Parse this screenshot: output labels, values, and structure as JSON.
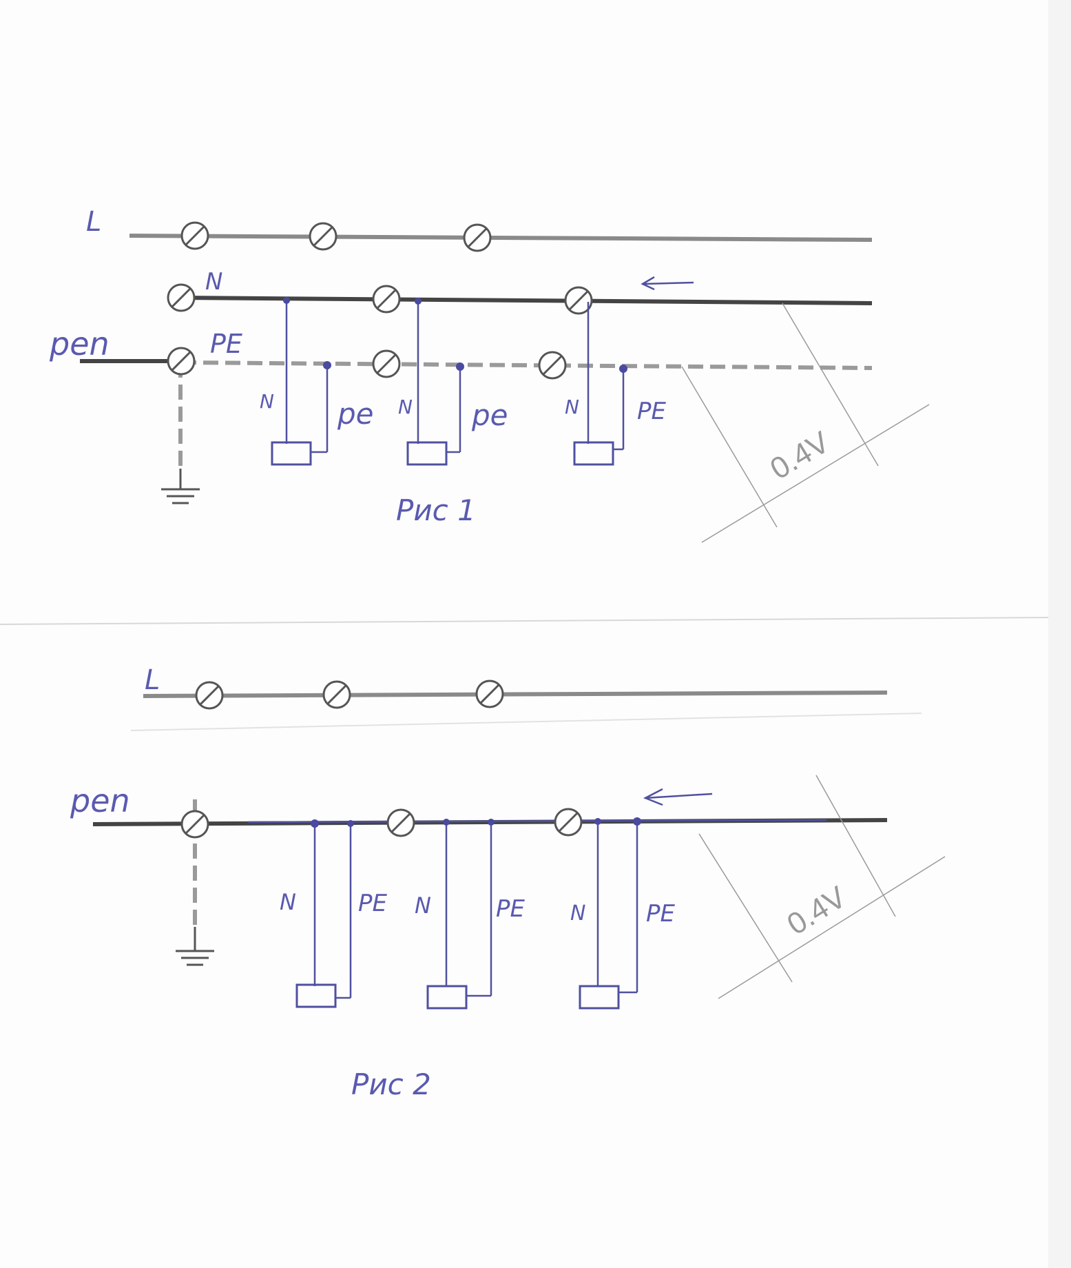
{
  "figure1": {
    "caption": "Рис 1",
    "labels": {
      "L": "L",
      "N": "N",
      "PEN": "pen",
      "PE": "PE"
    },
    "loads": [
      {
        "n_label": "N",
        "pe_label": "pe"
      },
      {
        "n_label": "N",
        "pe_label": "pe"
      },
      {
        "n_label": "N",
        "pe_label": "PE"
      }
    ],
    "voltage": "0.4V"
  },
  "figure2": {
    "caption": "Рис 2",
    "labels": {
      "L": "L",
      "PEN": "pen"
    },
    "loads": [
      {
        "n_label": "N",
        "pe_label": "PE"
      },
      {
        "n_label": "N",
        "pe_label": "PE"
      },
      {
        "n_label": "N",
        "pe_label": "PE"
      }
    ],
    "voltage": "0.4V"
  },
  "colors": {
    "ink": "#5a5ab0",
    "wire": "#8a8a8a"
  }
}
